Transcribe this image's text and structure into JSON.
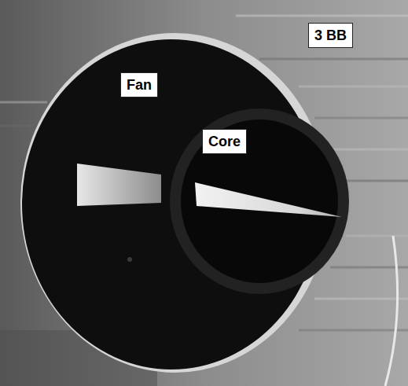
{
  "diagram": {
    "labels": [
      "Fan",
      "Core",
      "3 BB"
    ]
  }
}
